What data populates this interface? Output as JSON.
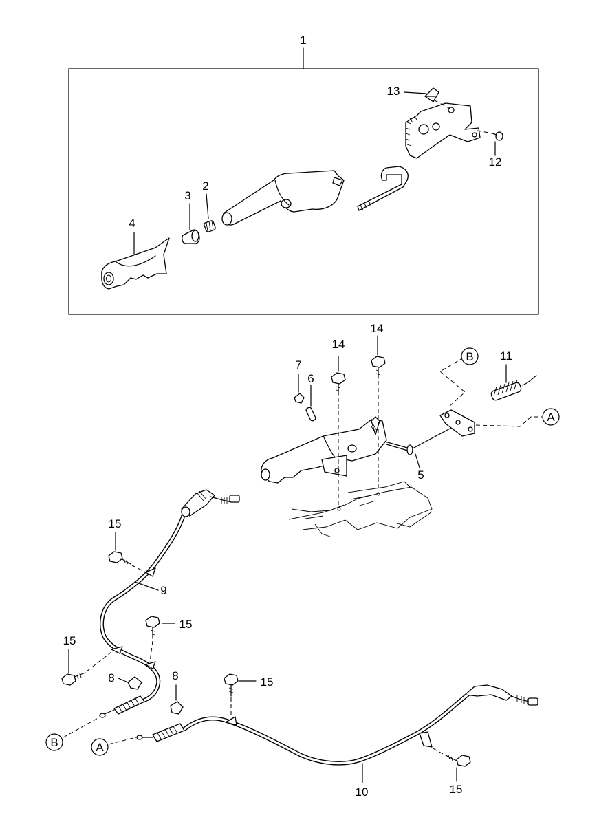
{
  "callouts": {
    "c1": "1",
    "c2": "2",
    "c3": "3",
    "c4": "4",
    "c5": "5",
    "c6": "6",
    "c7": "7",
    "c8a": "8",
    "c8b": "8",
    "c9": "9",
    "c10": "10",
    "c11": "11",
    "c12": "12",
    "c13": "13",
    "c14a": "14",
    "c14b": "14",
    "c15a": "15",
    "c15b": "15",
    "c15c": "15",
    "c15d": "15",
    "c15e": "15"
  },
  "connectors": {
    "a_upper": "A",
    "a_lower": "A",
    "b_upper": "B",
    "b_lower": "B"
  }
}
